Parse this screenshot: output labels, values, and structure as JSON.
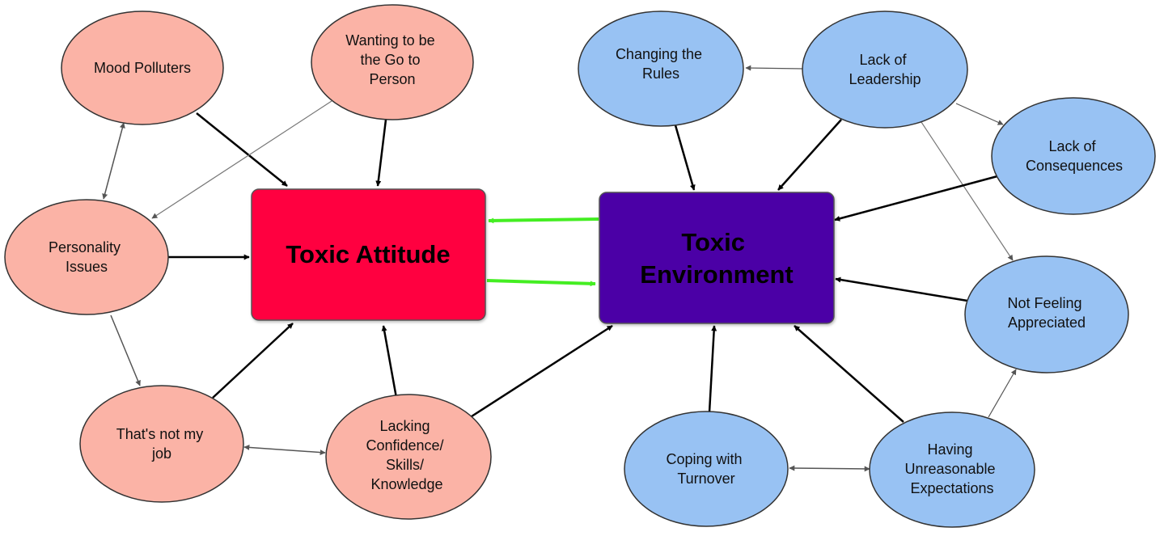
{
  "colors": {
    "attitude_box": "#ff0040",
    "environment_box": "#4b00a6",
    "attitude_node": "#fbb3a6",
    "environment_node": "#98c2f3",
    "arrow_primary": "#000000",
    "arrow_secondary": "#555555",
    "arrow_feedback": "#44ee22"
  },
  "boxes": {
    "toxic_attitude": {
      "label": "Toxic Attitude"
    },
    "toxic_environment": {
      "line1": "Toxic",
      "line2": "Environment"
    }
  },
  "attitude_nodes": {
    "mood_polluters": {
      "lines": [
        "Mood Polluters"
      ]
    },
    "go_to_person": {
      "lines": [
        "Wanting to be",
        "the Go to",
        "Person"
      ]
    },
    "personality": {
      "lines": [
        "Personality",
        "Issues"
      ]
    },
    "not_my_job": {
      "lines": [
        "That's not my",
        "job"
      ]
    },
    "lacking": {
      "lines": [
        "Lacking",
        "Confidence/",
        "Skills/",
        "Knowledge"
      ]
    }
  },
  "environment_nodes": {
    "changing_rules": {
      "lines": [
        "Changing the",
        "Rules"
      ]
    },
    "leadership": {
      "lines": [
        "Lack of",
        "Leadership"
      ]
    },
    "consequences": {
      "lines": [
        "Lack of",
        "Consequences"
      ]
    },
    "appreciated": {
      "lines": [
        "Not Feeling",
        "Appreciated"
      ]
    },
    "coping": {
      "lines": [
        "Coping with",
        "Turnover"
      ]
    },
    "expectations": {
      "lines": [
        "Having",
        "Unreasonable",
        "Expectations"
      ]
    }
  }
}
